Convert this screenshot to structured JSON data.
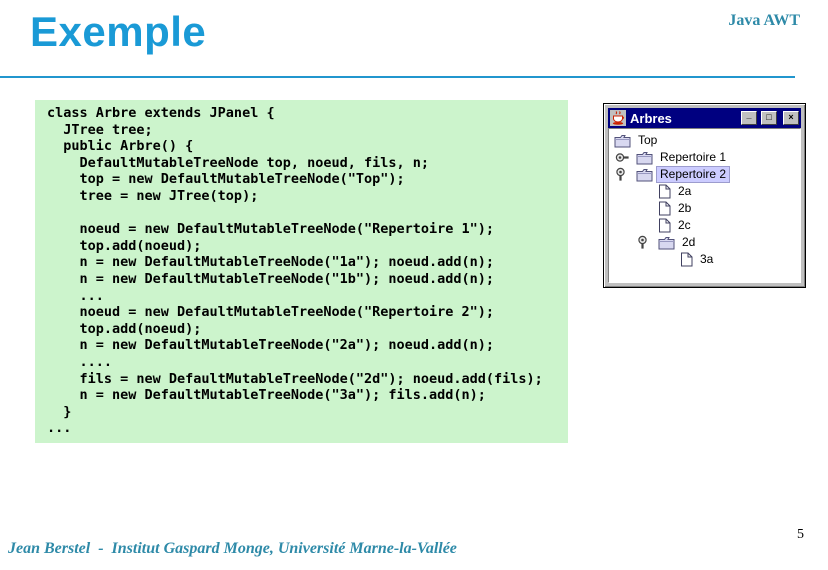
{
  "header": {
    "title": "Exemple",
    "corner_label": "Java AWT"
  },
  "code_block": {
    "lines": [
      "class Arbre extends JPanel {",
      "  JTree tree;",
      "  public Arbre() {",
      "    DefaultMutableTreeNode top, noeud, fils, n;",
      "    top = new DefaultMutableTreeNode(\"Top\");",
      "    tree = new JTree(top);",
      "",
      "    noeud = new DefaultMutableTreeNode(\"Repertoire 1\");",
      "    top.add(noeud);",
      "    n = new DefaultMutableTreeNode(\"1a\"); noeud.add(n);",
      "    n = new DefaultMutableTreeNode(\"1b\"); noeud.add(n);",
      "    ...",
      "    noeud = new DefaultMutableTreeNode(\"Repertoire 2\");",
      "    top.add(noeud);",
      "    n = new DefaultMutableTreeNode(\"2a\"); noeud.add(n);",
      "    ....",
      "    fils = new DefaultMutableTreeNode(\"2d\"); noeud.add(fils);",
      "    n = new DefaultMutableTreeNode(\"3a\"); fils.add(n);",
      "  }",
      "..."
    ]
  },
  "tree_window": {
    "title": "Arbres",
    "buttons": [
      {
        "name": "minimize",
        "glyph": "_"
      },
      {
        "name": "maximize",
        "glyph": "□"
      },
      {
        "name": "close",
        "glyph": "×"
      }
    ],
    "nodes": [
      {
        "label": "Top",
        "type": "folder",
        "indent": 0,
        "handle": "none",
        "selected": false
      },
      {
        "label": "Repertoire 1",
        "type": "folder",
        "indent": 1,
        "handle": "collapsed",
        "selected": false
      },
      {
        "label": "Repertoire 2",
        "type": "folder",
        "indent": 1,
        "handle": "expanded",
        "selected": true
      },
      {
        "label": "2a",
        "type": "file",
        "indent": 2,
        "handle": "none",
        "selected": false
      },
      {
        "label": "2b",
        "type": "file",
        "indent": 2,
        "handle": "none",
        "selected": false
      },
      {
        "label": "2c",
        "type": "file",
        "indent": 2,
        "handle": "none",
        "selected": false
      },
      {
        "label": "2d",
        "type": "folder",
        "indent": 2,
        "handle": "expanded",
        "selected": false
      },
      {
        "label": "3a",
        "type": "file",
        "indent": 3,
        "handle": "none",
        "selected": false
      }
    ]
  },
  "footer": {
    "credit": "Jean Berstel  -  Institut Gaspard Monge, Université Marne-la-Vallée",
    "page_number": "5"
  },
  "colors": {
    "accent_blue": "#1a9ad6",
    "rule_blue": "#2196ce",
    "teal_text": "#2e8aa8",
    "code_background": "#ccf4cc",
    "titlebar_navy": "#000080",
    "selection_lavender": "#ccccff"
  }
}
